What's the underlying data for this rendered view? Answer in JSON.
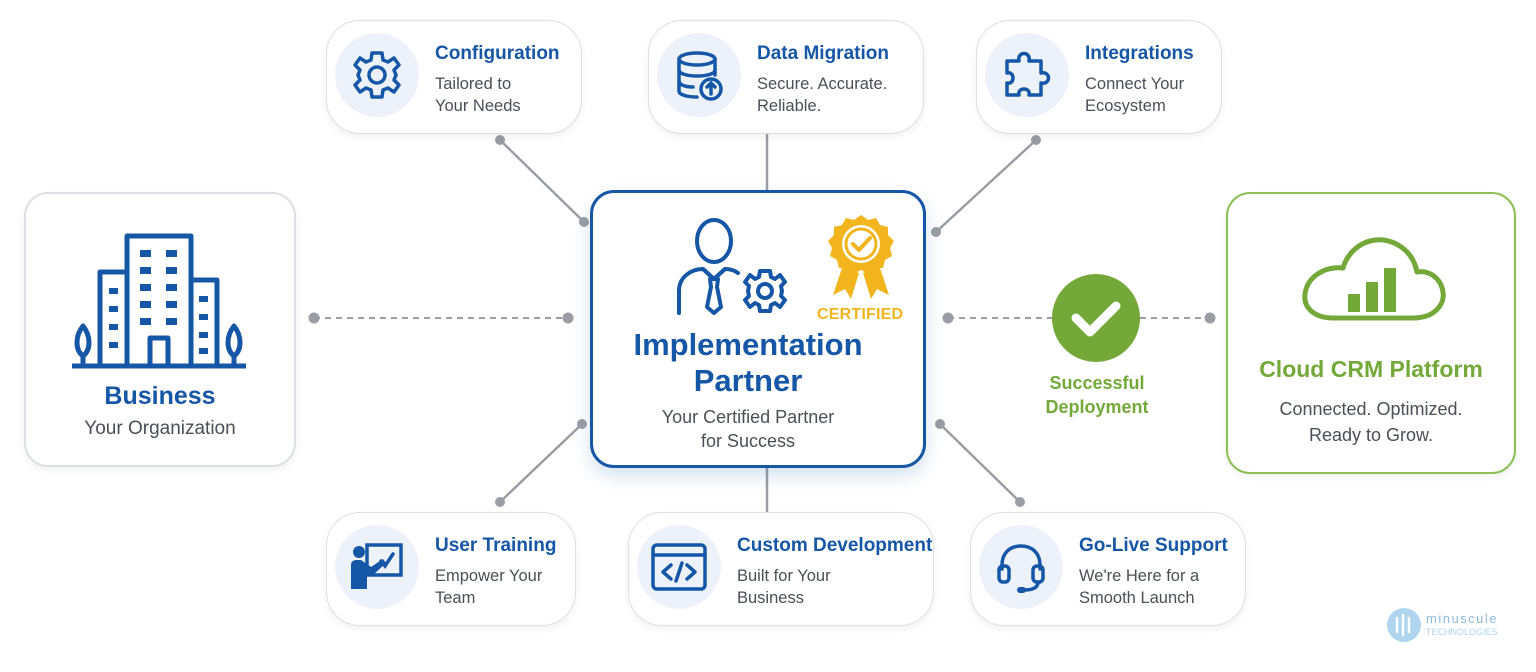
{
  "colors": {
    "primary_blue": "#1556a6",
    "accent_green": "#74a93a",
    "certified_gold": "#f2b51d",
    "connector_gray": "#9a9ea4",
    "card_border": "#dcdfe4"
  },
  "left_panel": {
    "title": "Business",
    "subtitle": "Your Organization",
    "icon": "building-icon"
  },
  "center": {
    "title_line1": "Implementation",
    "title_line2": "Partner",
    "subtitle_line1": "Your Certified Partner",
    "subtitle_line2": "for Success",
    "badge_label": "CERTIFIED",
    "icons": [
      "consultant-icon",
      "gear-icon",
      "certified-ribbon-icon"
    ]
  },
  "services_top": [
    {
      "title": "Configuration",
      "line1": "Tailored to",
      "line2": "Your Needs",
      "icon": "gear-icon"
    },
    {
      "title": "Data Migration",
      "line1": "Secure. Accurate.",
      "line2": "Reliable.",
      "icon": "database-upload-icon"
    },
    {
      "title": "Integrations",
      "line1": "Connect Your",
      "line2": "Ecosystem",
      "icon": "puzzle-icon"
    }
  ],
  "services_bottom": [
    {
      "title": "User Training",
      "line1": "Empower Your",
      "line2": "Team",
      "icon": "presentation-icon"
    },
    {
      "title": "Custom Development",
      "line1": "Built for Your",
      "line2": "Business",
      "icon": "code-icon"
    },
    {
      "title": "Go-Live Support",
      "line1": "We're Here for a",
      "line2": "Smooth Launch",
      "icon": "headset-icon"
    }
  ],
  "deployment": {
    "line1": "Successful",
    "line2": "Deployment",
    "icon": "checkmark-icon"
  },
  "right_panel": {
    "title": "Cloud CRM Platform",
    "line1": "Connected. Optimized.",
    "line2": "Ready to Grow.",
    "icon": "cloud-chart-icon"
  },
  "watermark": {
    "name": "minuscule",
    "tagline": "TECHNOLOGIES"
  }
}
